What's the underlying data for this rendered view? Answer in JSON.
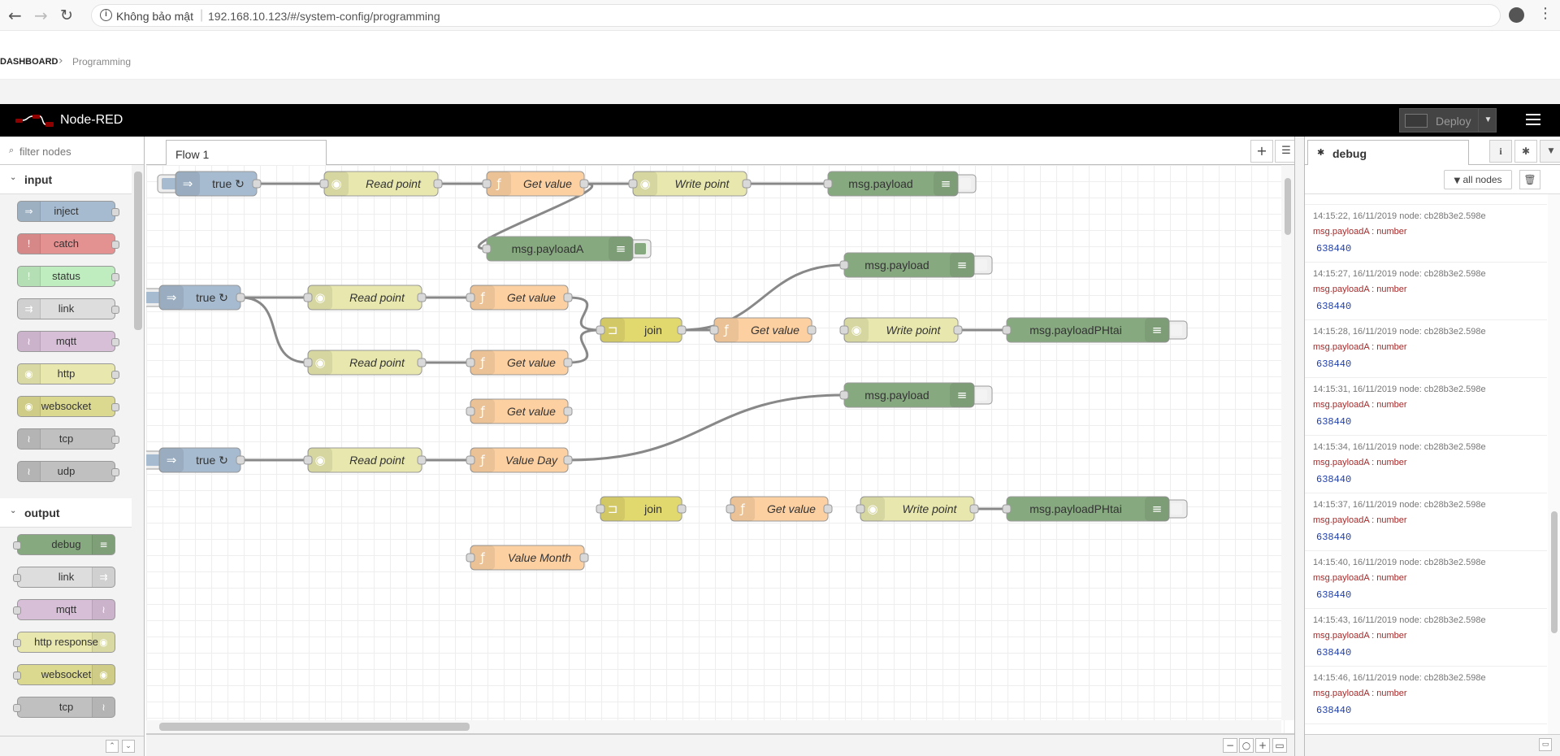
{
  "browser": {
    "security_label": "Không bảo mật",
    "url": "192.168.10.123/#/system-config/programming"
  },
  "breadcrumb": {
    "root": "DASHBOARD",
    "current": "Programming"
  },
  "header": {
    "brand": "Node-RED",
    "deploy_label": "Deploy"
  },
  "palette": {
    "filter_placeholder": "filter nodes",
    "categories": [
      {
        "label": "input",
        "nodes": [
          {
            "label": "inject",
            "color": "#a6bbcf",
            "icon": "arrow-icon"
          },
          {
            "label": "catch",
            "color": "#e49191",
            "icon": "exclamation-icon"
          },
          {
            "label": "status",
            "color": "#c0edc0",
            "icon": "exclamation-icon"
          },
          {
            "label": "link",
            "color": "#dddddd",
            "icon": "link-icon"
          },
          {
            "label": "mqtt",
            "color": "#d8bfd8",
            "icon": "bridge-icon"
          },
          {
            "label": "http",
            "color": "#e7e7ae",
            "icon": "globe-icon"
          },
          {
            "label": "websocket",
            "color": "#dbd990",
            "icon": "globe-icon"
          },
          {
            "label": "tcp",
            "color": "#c0c0c0",
            "icon": "bridge-icon"
          },
          {
            "label": "udp",
            "color": "#c0c0c0",
            "icon": "bridge-icon"
          }
        ]
      },
      {
        "label": "output",
        "nodes": [
          {
            "label": "debug",
            "color": "#87a980",
            "icon": "list-icon"
          },
          {
            "label": "link",
            "color": "#dddddd",
            "icon": "link-icon"
          },
          {
            "label": "mqtt",
            "color": "#d8bfd8",
            "icon": "bridge-icon"
          },
          {
            "label": "http response",
            "color": "#e7e7ae",
            "icon": "globe-icon"
          },
          {
            "label": "websocket",
            "color": "#dbd990",
            "icon": "globe-icon"
          },
          {
            "label": "tcp",
            "color": "#c0c0c0",
            "icon": "bridge-icon"
          }
        ]
      }
    ]
  },
  "workspace": {
    "tab_label": "Flow 1",
    "nodes": [
      {
        "id": "inj1",
        "label": "true ↻",
        "type": "inject"
      },
      {
        "id": "rp1",
        "label": "Read point",
        "type": "read"
      },
      {
        "id": "gv1",
        "label": "Get value",
        "type": "function"
      },
      {
        "id": "wp1",
        "label": "Write point",
        "type": "read"
      },
      {
        "id": "dbg1",
        "label": "msg.payload",
        "type": "debug"
      },
      {
        "id": "dbgA",
        "label": "msg.payloadA",
        "type": "debug"
      },
      {
        "id": "dbg2",
        "label": "msg.payload",
        "type": "debug"
      },
      {
        "id": "inj2",
        "label": "true ↻",
        "type": "inject"
      },
      {
        "id": "rp2",
        "label": "Read point",
        "type": "read"
      },
      {
        "id": "gv2",
        "label": "Get value",
        "type": "function"
      },
      {
        "id": "rp3",
        "label": "Read point",
        "type": "read"
      },
      {
        "id": "gv3",
        "label": "Get value",
        "type": "function"
      },
      {
        "id": "join1",
        "label": "join",
        "type": "join"
      },
      {
        "id": "gv4",
        "label": "Get value",
        "type": "function"
      },
      {
        "id": "wp2",
        "label": "Write point",
        "type": "read"
      },
      {
        "id": "dbg3",
        "label": "msg.payloadPHtai",
        "type": "debug"
      },
      {
        "id": "gv5",
        "label": "Get value",
        "type": "function"
      },
      {
        "id": "dbg4",
        "label": "msg.payload",
        "type": "debug"
      },
      {
        "id": "inj3",
        "label": "true ↻",
        "type": "inject"
      },
      {
        "id": "rp4",
        "label": "Read point",
        "type": "read"
      },
      {
        "id": "vd",
        "label": "Value Day",
        "type": "function"
      },
      {
        "id": "join2",
        "label": "join",
        "type": "join"
      },
      {
        "id": "gv6",
        "label": "Get value",
        "type": "function"
      },
      {
        "id": "wp3",
        "label": "Write point",
        "type": "read"
      },
      {
        "id": "dbg5",
        "label": "msg.payloadPHtai",
        "type": "debug"
      },
      {
        "id": "vm",
        "label": "Value Month",
        "type": "function"
      }
    ],
    "wires": [
      [
        "inj1",
        "rp1"
      ],
      [
        "rp1",
        "gv1"
      ],
      [
        "gv1",
        "wp1"
      ],
      [
        "wp1",
        "dbg1"
      ],
      [
        "gv1",
        "dbgA"
      ],
      [
        "inj2",
        "rp2"
      ],
      [
        "inj2",
        "rp3"
      ],
      [
        "rp2",
        "gv2"
      ],
      [
        "rp3",
        "gv3"
      ],
      [
        "gv2",
        "join1"
      ],
      [
        "gv3",
        "join1"
      ],
      [
        "join1",
        "dbg2"
      ],
      [
        "join1",
        "gv4"
      ],
      [
        "wp2",
        "dbg3"
      ],
      [
        "inj3",
        "rp4"
      ],
      [
        "rp4",
        "vd"
      ],
      [
        "vd",
        "dbg4"
      ],
      [
        "wp3",
        "dbg5"
      ]
    ]
  },
  "sidebar": {
    "tab_label": "debug",
    "filter_label": "all nodes",
    "partial_value": "638440",
    "messages": [
      {
        "meta": "14:15:22, 16/11/2019   node: cb28b3e2.598e",
        "topic": "msg.payloadA : number",
        "value": "638440"
      },
      {
        "meta": "14:15:27, 16/11/2019   node: cb28b3e2.598e",
        "topic": "msg.payloadA : number",
        "value": "638440"
      },
      {
        "meta": "14:15:28, 16/11/2019   node: cb28b3e2.598e",
        "topic": "msg.payloadA : number",
        "value": "638440"
      },
      {
        "meta": "14:15:31, 16/11/2019   node: cb28b3e2.598e",
        "topic": "msg.payloadA : number",
        "value": "638440"
      },
      {
        "meta": "14:15:34, 16/11/2019   node: cb28b3e2.598e",
        "topic": "msg.payloadA : number",
        "value": "638440"
      },
      {
        "meta": "14:15:37, 16/11/2019   node: cb28b3e2.598e",
        "topic": "msg.payloadA : number",
        "value": "638440"
      },
      {
        "meta": "14:15:40, 16/11/2019   node: cb28b3e2.598e",
        "topic": "msg.payloadA : number",
        "value": "638440"
      },
      {
        "meta": "14:15:43, 16/11/2019   node: cb28b3e2.598e",
        "topic": "msg.payloadA : number",
        "value": "638440"
      },
      {
        "meta": "14:15:46, 16/11/2019   node: cb28b3e2.598e",
        "topic": "msg.payloadA : number",
        "value": "638440"
      }
    ]
  }
}
